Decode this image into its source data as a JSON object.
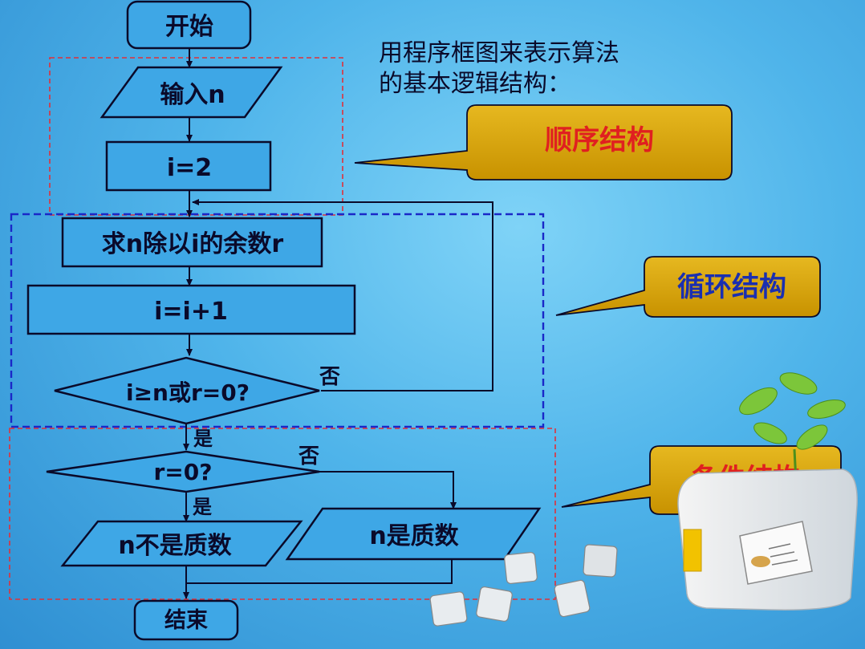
{
  "flowchart": {
    "start": "开始",
    "input": "输入n",
    "init": "i=2",
    "remainder": "求n除以i的余数r",
    "increment": "i=i+1",
    "loop_condition": "i≥n或r=0?",
    "loop_no": "否",
    "loop_yes": "是",
    "prime_condition": "r=0?",
    "prime_no": "否",
    "prime_yes": "是",
    "not_prime": "n不是质数",
    "is_prime": "n是质数",
    "end": "结束"
  },
  "description": {
    "line1": "用程序框图来表示算法",
    "line2": "的基本逻辑结构："
  },
  "callouts": {
    "sequence": "顺序结构",
    "loop": "循环结构",
    "condition": "条件结构"
  },
  "colors": {
    "background": "#4fb4ea",
    "callout_fill": "#d4a400",
    "callout_red_text": "#e02020",
    "callout_blue_text": "#1a2fb0",
    "sequence_frame": "#e0303a",
    "loop_frame": "#1a28c8",
    "condition_frame": "#e0303a"
  }
}
